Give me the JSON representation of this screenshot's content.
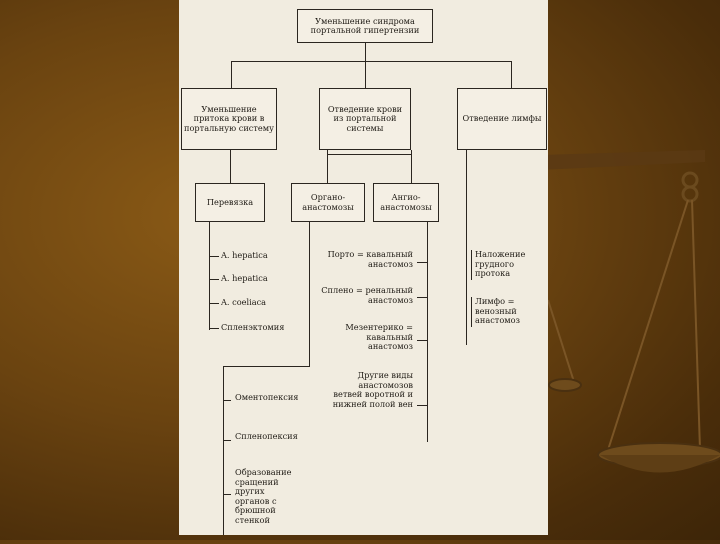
{
  "diagram": {
    "root": "Уменьшение синдрома портальной гипертензии",
    "branch_left": "Уменьшение притока крови в портальную систему",
    "branch_mid": "Отведение крови из портальной системы",
    "branch_right": "Отведение лимфы",
    "ligation": "Перевязка",
    "organ_anast": "Органо-анастомозы",
    "angio_anast": "Ангио-анастомозы",
    "ligation_items": [
      "A. hepatica",
      "A. hepatica",
      "A. coeliaca",
      "Спленэктомия"
    ],
    "angio_items": [
      "Порто = кавальный анастомоз",
      "Сплено = ренальный анастомоз",
      "Мезентерико = кавальный анастомоз",
      "Другие виды анастомозов ветвей воротной и нижней полой вен"
    ],
    "organ_items": [
      "Оментопексия",
      "Спленопексия",
      "Образование сращений других органов с брюшной стенкой"
    ],
    "lymph_items": [
      "Наложение грудного протока",
      "Лимфо = венозный анастомоз"
    ]
  }
}
